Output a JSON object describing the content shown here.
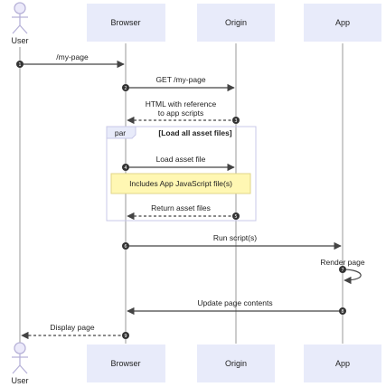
{
  "participants": {
    "user": "User",
    "browser": "Browser",
    "origin": "Origin",
    "app": "App"
  },
  "messages": [
    {
      "n": "1",
      "text": "/my-page"
    },
    {
      "n": "2",
      "text": "GET /my-page"
    },
    {
      "n": "3",
      "text_line1": "HTML with reference",
      "text_line2": "to app scripts"
    },
    {
      "n": "4",
      "text": "Load asset file"
    },
    {
      "n": "5",
      "text": "Return asset files"
    },
    {
      "n": "6",
      "text": "Run script(s)"
    },
    {
      "n": "7",
      "text": "Render page"
    },
    {
      "n": "8",
      "text": "Update page contents"
    },
    {
      "n": "9",
      "text": "Display page"
    }
  ],
  "par": {
    "tag": "par",
    "label": "[Load all asset files]"
  },
  "note": {
    "text": "Includes App JavaScript file(s)"
  },
  "colors": {
    "actor_fill": "#e8ebfa",
    "note_fill": "#fff7b3",
    "line": "#444444"
  }
}
